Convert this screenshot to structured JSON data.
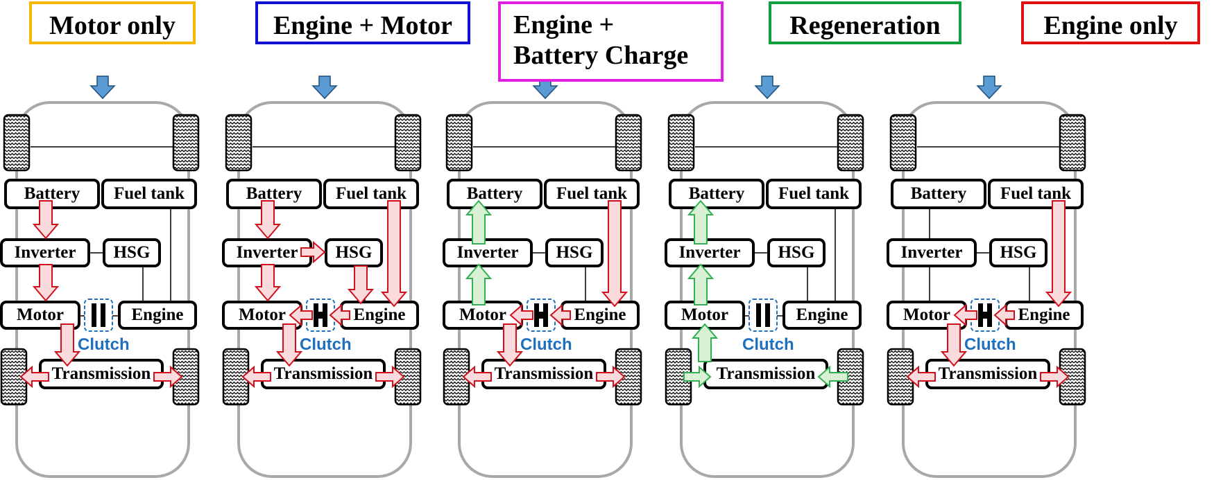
{
  "modes": [
    {
      "id": "motor-only",
      "title": "Motor only",
      "border_color": "#f5b800",
      "labels": {
        "battery": "Battery",
        "fuel_tank": "Fuel tank",
        "inverter": "Inverter",
        "hsg": "HSG",
        "motor": "Motor",
        "engine": "Engine",
        "transmission": "Transmission",
        "clutch": "Clutch"
      },
      "clutch_engaged": false,
      "flows": [
        "battery-to-inverter",
        "inverter-to-motor",
        "motor-to-transmission",
        "transmission-to-left-wheel",
        "transmission-to-right-wheel"
      ]
    },
    {
      "id": "engine-motor",
      "title": "Engine + Motor",
      "border_color": "#1010d0",
      "labels": {
        "battery": "Battery",
        "fuel_tank": "Fuel tank",
        "inverter": "Inverter",
        "hsg": "HSG",
        "motor": "Motor",
        "engine": "Engine",
        "transmission": "Transmission",
        "clutch": "Clutch"
      },
      "clutch_engaged": true,
      "flows": [
        "battery-to-inverter",
        "inverter-to-hsg",
        "hsg-to-engine",
        "fuel-to-engine",
        "inverter-to-motor",
        "engine-to-clutch",
        "clutch-to-motor",
        "motor-to-transmission",
        "transmission-to-left-wheel",
        "transmission-to-right-wheel"
      ]
    },
    {
      "id": "engine-battery-charge",
      "title": "Engine +\nBattery Charge",
      "border_color": "#e020e0",
      "labels": {
        "battery": "Battery",
        "fuel_tank": "Fuel tank",
        "inverter": "Inverter",
        "hsg": "HSG",
        "motor": "Motor",
        "engine": "Engine",
        "transmission": "Transmission",
        "clutch": "Clutch"
      },
      "clutch_engaged": true,
      "flows": [
        "fuel-to-engine",
        "engine-to-clutch",
        "clutch-to-motor",
        "motor-to-transmission",
        "transmission-to-left-wheel",
        "transmission-to-right-wheel",
        "motor-to-inverter",
        "inverter-to-battery"
      ]
    },
    {
      "id": "regeneration",
      "title": "Regeneration",
      "border_color": "#10a040",
      "labels": {
        "battery": "Battery",
        "fuel_tank": "Fuel tank",
        "inverter": "Inverter",
        "hsg": "HSG",
        "motor": "Motor",
        "engine": "Engine",
        "transmission": "Transmission",
        "clutch": "Clutch"
      },
      "clutch_engaged": false,
      "flows": [
        "left-wheel-to-transmission",
        "right-wheel-to-transmission",
        "transmission-to-motor",
        "motor-to-inverter",
        "inverter-to-battery"
      ]
    },
    {
      "id": "engine-only",
      "title": "Engine only",
      "border_color": "#e01010",
      "labels": {
        "battery": "Battery",
        "fuel_tank": "Fuel tank",
        "inverter": "Inverter",
        "hsg": "HSG",
        "motor": "Motor",
        "engine": "Engine",
        "transmission": "Transmission",
        "clutch": "Clutch"
      },
      "clutch_engaged": true,
      "flows": [
        "fuel-to-engine",
        "engine-to-clutch",
        "clutch-to-motor",
        "motor-to-transmission",
        "transmission-to-left-wheel",
        "transmission-to-right-wheel"
      ]
    }
  ],
  "colors": {
    "power_arrow_fill": "#fadadd",
    "power_arrow_stroke": "#d0101a",
    "regen_arrow_fill": "#d8f0d4",
    "regen_arrow_stroke": "#30b050",
    "input_arrow_fill": "#5b9bd5",
    "input_arrow_stroke": "#1f4e79",
    "clutch_outline": "#1f6fc0",
    "car_body": "#a8a8a8"
  },
  "icons": {
    "input": "down-arrow-icon",
    "wheel": "tire-tread-icon",
    "clutch": "clutch-plates-icon"
  }
}
